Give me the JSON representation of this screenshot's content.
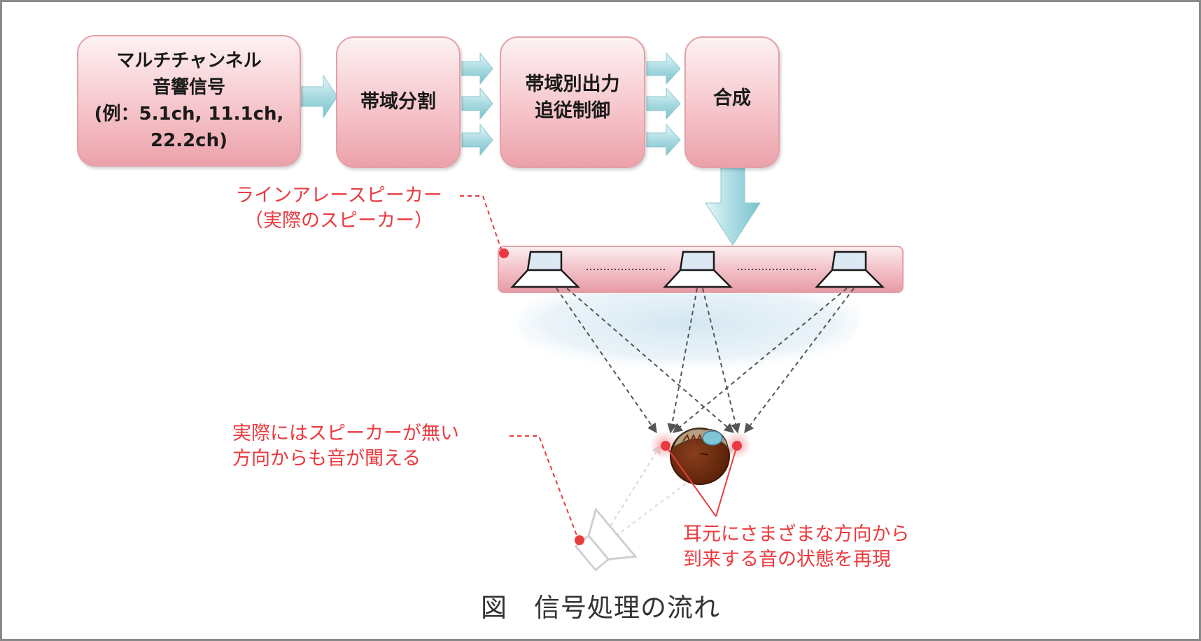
{
  "flow": {
    "source_label": "マルチチャンネル\n音響信号\n(例：5.1ch, 11.1ch,\n22.2ch)",
    "split_label": "帯域分割",
    "tracking_label": "帯域別出力\n追従制御",
    "combine_label": "合成"
  },
  "annotations": {
    "line_array": "ラインアレースピーカー\n（実際のスピーカー）",
    "virtual_source": "実際にはスピーカーが無い\n方向からも音が聞える",
    "ear": "耳元にさまざまな方向から\n到来する音の状態を再現"
  },
  "caption": "図　信号処理の流れ",
  "colors": {
    "box_fill": "#f6c6cc",
    "arrow_fill": "#a9dbe1",
    "annotation": "#ea3a3f",
    "beam": "#d6e8f2"
  },
  "icons": {
    "speaker": "speaker-icon",
    "listener": "listener-head-icon",
    "virtual_speaker": "virtual-speaker-icon"
  }
}
